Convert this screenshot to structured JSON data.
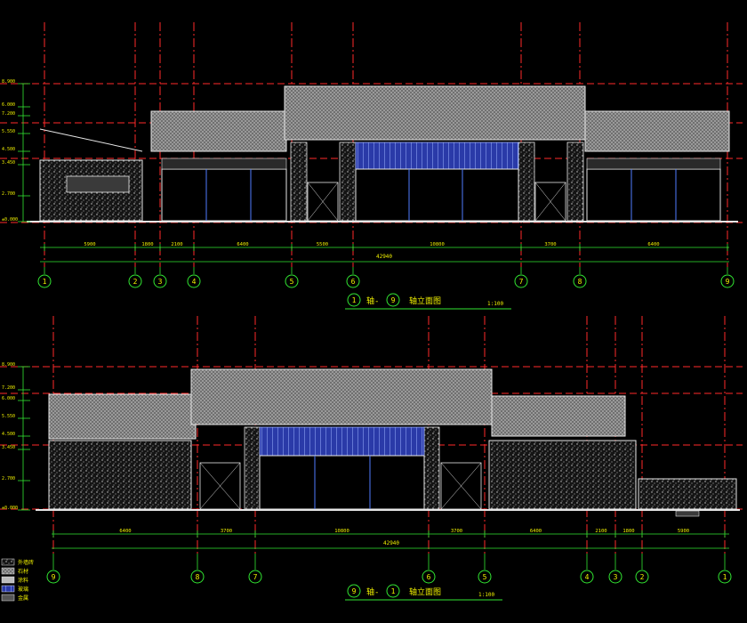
{
  "colors": {
    "background": "#000000",
    "axis_red": "#ff2a2a",
    "text_yellow": "#f0f000",
    "dim_green": "#32e632",
    "outline_white": "#e6e6e6",
    "roof_grey": "#8f8f8f",
    "wall_grey": "#bdbdbd",
    "glass_blue": "#3a5fd6",
    "window_blue": "#2c3fff",
    "cyan": "#40c8ff"
  },
  "elevation_top": {
    "title_from": "1",
    "title_to": "9",
    "title_text": "轴立面图",
    "scale": "1:100",
    "total_dim": "42940",
    "axes": [
      "1",
      "2",
      "3",
      "4",
      "5",
      "6",
      "7",
      "8",
      "9"
    ],
    "segment_dims": [
      "5900",
      "1800",
      "2100",
      "6400",
      "5500",
      "10800",
      "3700",
      "6400"
    ],
    "level_labels": [
      "8.900",
      "6.000",
      "7.200",
      "5.550",
      "4.500",
      "3.450",
      "2.700",
      "±0.000"
    ]
  },
  "elevation_bottom": {
    "title_from": "9",
    "title_to": "1",
    "title_text": "轴立面图",
    "scale": "1:100",
    "total_dim": "42940",
    "axes": [
      "9",
      "8",
      "7",
      "6",
      "5",
      "4",
      "3",
      "2",
      "1"
    ],
    "segment_dims": [
      "6400",
      "3700",
      "10800",
      "3700",
      "6400",
      "2100",
      "1800",
      "5900"
    ],
    "level_labels": [
      "8.900",
      "7.200",
      "6.000",
      "5.550",
      "4.500",
      "3.450",
      "2.700",
      "±0.000"
    ]
  },
  "legend": {
    "items": [
      "外墙砖",
      "石材",
      "涂料",
      "玻璃",
      "金属"
    ]
  }
}
